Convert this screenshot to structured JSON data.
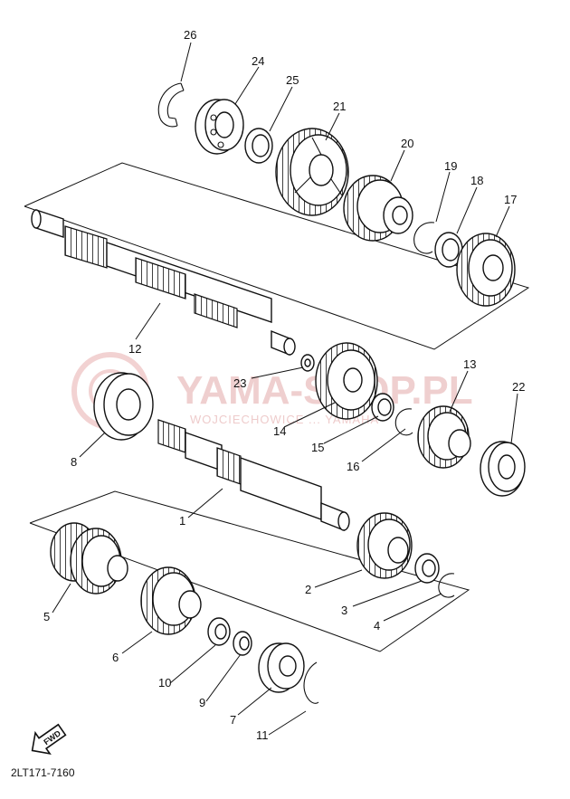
{
  "diagram_code": "2LT171-7160",
  "fwd_label": "FWD",
  "watermark": {
    "text": "YAMA-SHOP.PL",
    "subtext": "WOJCIECHOWICE ... YAMAHA"
  },
  "callouts": [
    "26",
    "24",
    "25",
    "21",
    "20",
    "19",
    "18",
    "17",
    "12",
    "23",
    "14",
    "13",
    "22",
    "15",
    "16",
    "8",
    "1",
    "5",
    "2",
    "3",
    "4",
    "6",
    "10",
    "9",
    "7",
    "11"
  ]
}
